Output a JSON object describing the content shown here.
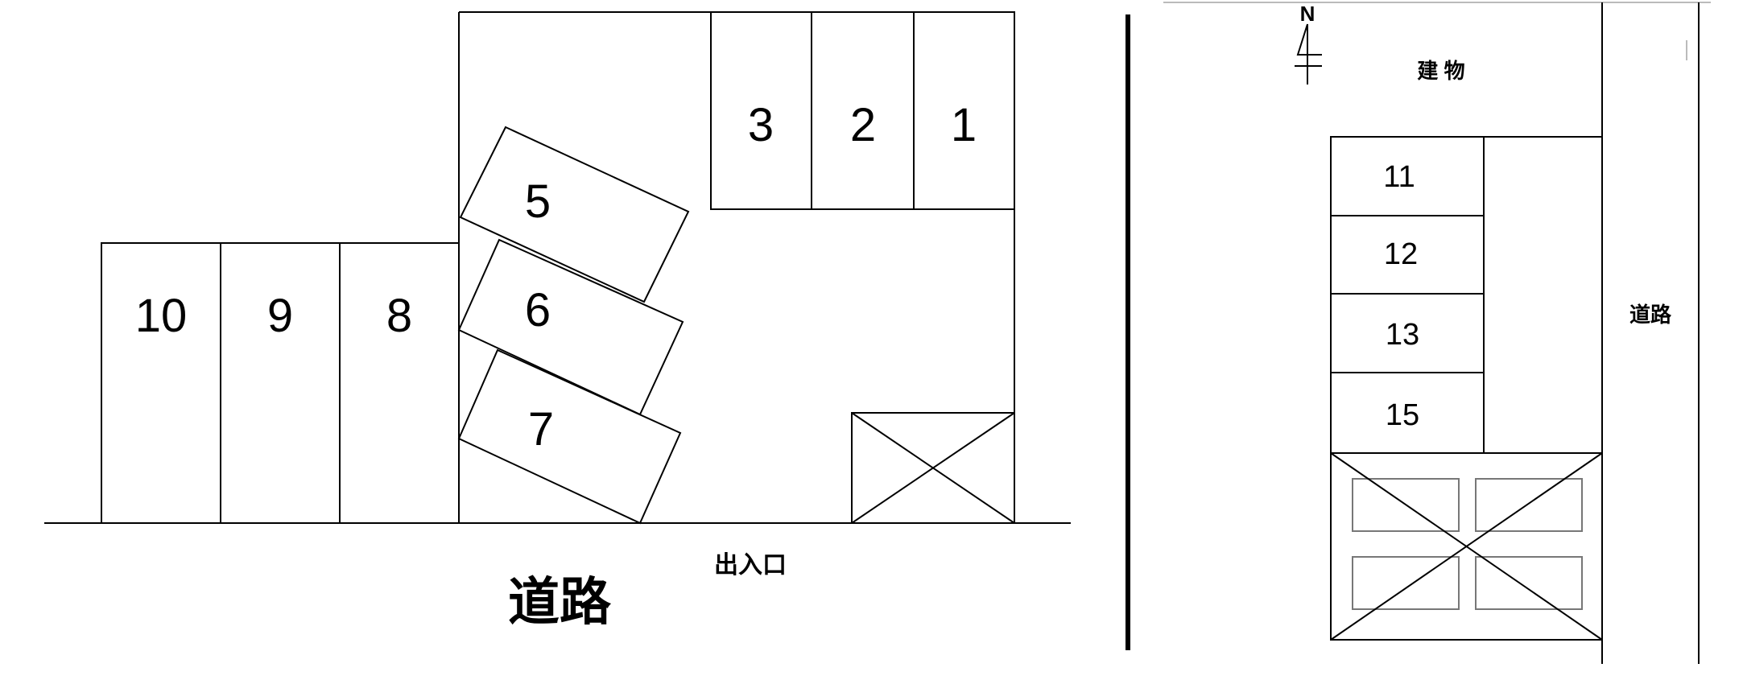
{
  "left_map": {
    "spaces": {
      "s1": "1",
      "s2": "2",
      "s3": "3",
      "s5": "5",
      "s6": "6",
      "s7": "7",
      "s8": "8",
      "s9": "9",
      "s10": "10"
    },
    "entrance_label": "出入口",
    "road_label": "道路"
  },
  "right_map": {
    "north_label": "N",
    "building_label": "建 物",
    "road_label": "道路",
    "spaces": {
      "s11": "11",
      "s12": "12",
      "s13": "13",
      "s15": "15"
    }
  },
  "colors": {
    "line": "#000000",
    "background": "#ffffff"
  }
}
